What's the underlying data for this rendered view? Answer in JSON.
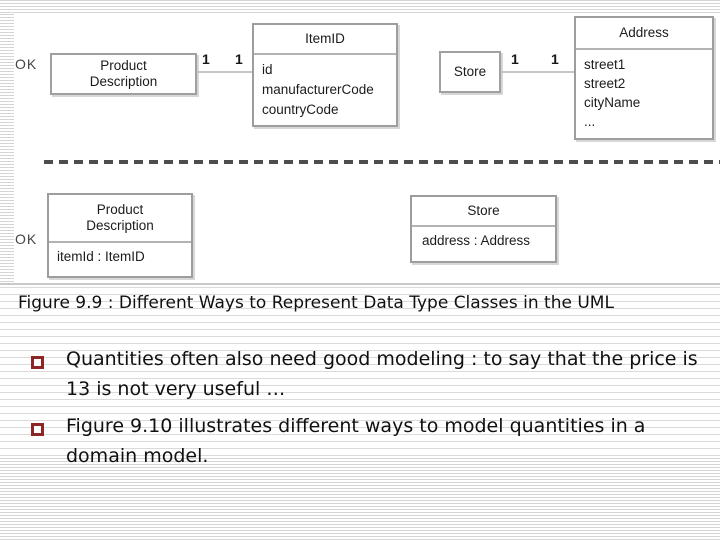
{
  "figure": {
    "ok_top": "OK",
    "ok_bottom": "OK",
    "product_box_top": {
      "title_lines": [
        "Product",
        "Description"
      ]
    },
    "multiplicities": {
      "left_pair": [
        "1",
        "1"
      ],
      "right_pair": [
        "1",
        "1"
      ]
    },
    "itemid_class": {
      "title": "ItemID",
      "attributes": [
        "id",
        "manufacturerCode",
        "countryCode"
      ]
    },
    "store_box_top": {
      "title": "Store"
    },
    "address_class": {
      "title": "Address",
      "attributes": [
        "street1",
        "street2",
        "cityName",
        "..."
      ]
    },
    "product_class_bottom": {
      "title_lines": [
        "Product",
        "Description"
      ],
      "attribute": "itemId : ItemID"
    },
    "store_class_bottom": {
      "title": "Store",
      "attribute": "address : Address"
    }
  },
  "caption": "Figure 9.9 : Different Ways to Represent Data Type Classes in the UML",
  "bullets": [
    "Quantities often also need good modeling : to say that the price is 13 is not very useful …",
    "Figure 9.10 illustrates different ways to model quantities in a domain model."
  ],
  "colors": {
    "bullet_marker": "#8e2626",
    "stripe": "#d5d5d5",
    "dash": "#4d4d4d"
  }
}
